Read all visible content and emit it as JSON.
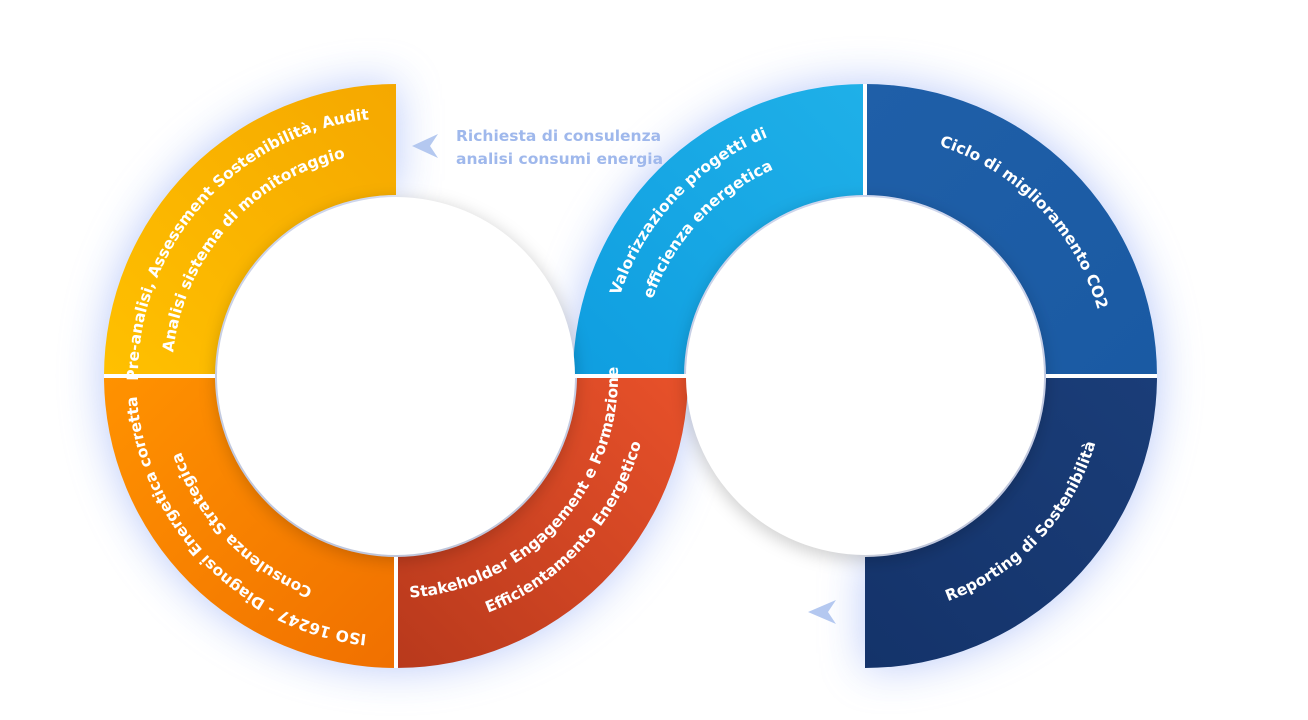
{
  "note": {
    "lines": [
      "Richiesta di consulenza",
      "analisi consumi energia"
    ]
  },
  "segments": [
    {
      "key": "audit",
      "color_from": "#ffc000",
      "color_to": "#f5a800",
      "lines": [
        "Pre-analisi, Assessment Sostenibilità, Audit",
        "Analisi sistema di monitoraggio"
      ]
    },
    {
      "key": "iso",
      "color_from": "#ff9200",
      "color_to": "#f07000",
      "lines": [
        "ISO 16247 - Diagnosi Energetica corretta",
        "Consulenza Strategica"
      ]
    },
    {
      "key": "stakeholder",
      "color_from": "#e8512a",
      "color_to": "#b8391c",
      "lines": [
        "Stakeholder Engagement e Formazione",
        "Efficientamento Energetico"
      ]
    },
    {
      "key": "valorizzazione",
      "color_from": "#0f9ee0",
      "color_to": "#1fb0e8",
      "lines": [
        "Valorizzazione progetti di",
        "efficienza energetica"
      ]
    },
    {
      "key": "ciclo",
      "color_from": "#1f5fa8",
      "color_to": "#1a5aa3",
      "lines": [
        "Ciclo di miglioramento CO2"
      ]
    },
    {
      "key": "reporting",
      "color_from": "#1a3d78",
      "color_to": "#14336a",
      "lines": [
        "Reporting di Sostenibilità"
      ]
    }
  ],
  "colors": {
    "arrow": "#b4c8f0",
    "glow": "#7f9cf5",
    "divider": "#ffffff"
  },
  "icons": [
    "arrow-left-icon"
  ]
}
